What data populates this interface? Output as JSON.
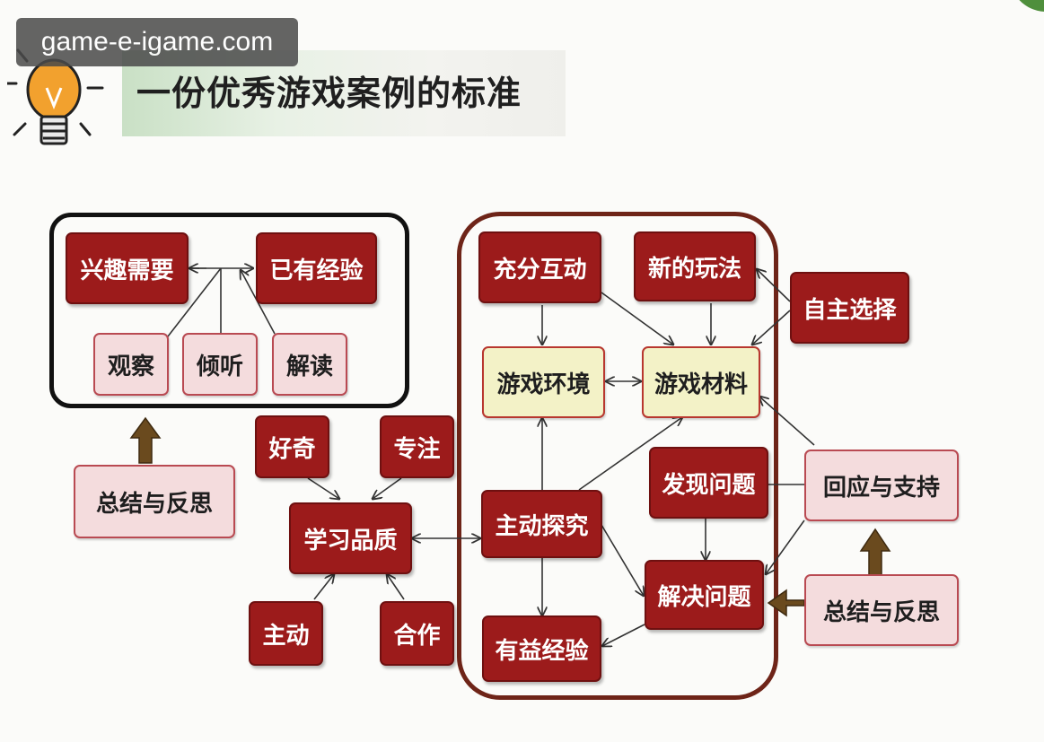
{
  "watermark": "game-e-igame.com",
  "title": "一份优秀游戏案例的标准",
  "colors": {
    "dark_red": "#9c1b1b",
    "pink": "#f4dcdd",
    "cream": "#f3f2c7",
    "frame_black": "#111111",
    "frame_brown": "#6e2418",
    "bulb": "#f2a12e"
  },
  "icons": {
    "bulb": "lightbulb-icon"
  },
  "nodes": {
    "interest_needs": "兴趣需要",
    "prior_experience": "已有经验",
    "observe": "观察",
    "listen": "倾听",
    "interpret": "解读",
    "summary_left": "总结与反思",
    "curious": "好奇",
    "focus": "专注",
    "learning_quality": "学习品质",
    "initiative": "主动",
    "cooperation": "合作",
    "full_interaction": "充分互动",
    "new_play": "新的玩法",
    "autonomous_choice": "自主选择",
    "game_environment": "游戏环境",
    "game_materials": "游戏材料",
    "discover_problem": "发现问题",
    "respond_support": "回应与支持",
    "active_exploration": "主动探究",
    "solve_problem": "解决问题",
    "summary_right": "总结与反思",
    "beneficial_experience": "有益经验"
  }
}
